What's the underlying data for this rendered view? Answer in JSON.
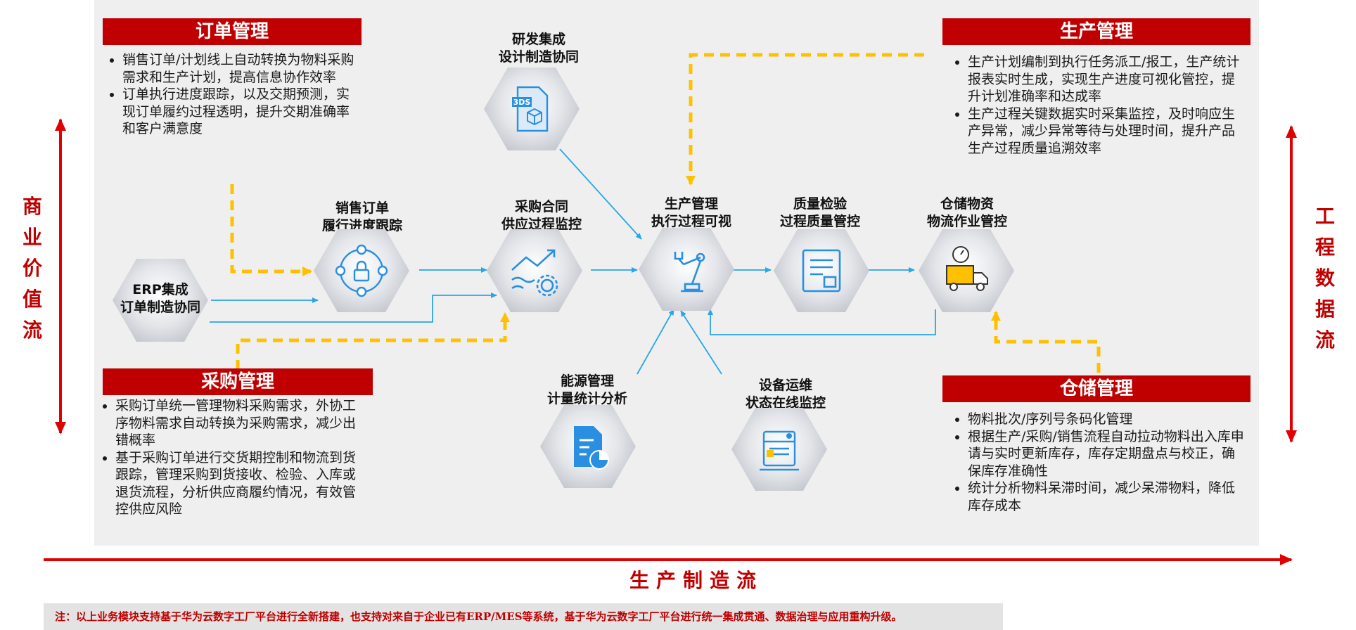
{
  "side": {
    "left_label": "商业价值流",
    "right_label": "工程数据流",
    "bottom_label": "生产制造流"
  },
  "order_mgmt": {
    "title": "订单管理",
    "items": [
      "销售订单/计划线上自动转换为物料采购需求和生产计划，提高信息协作效率",
      "订单执行进度跟踪，以及交期预测，实现订单履约过程透明，提升交期准确率和客户满意度"
    ]
  },
  "procurement_mgmt": {
    "title": "采购管理",
    "items": [
      "采购订单统一管理物料采购需求，外协工序物料需求自动转换为采购需求，减少出错概率",
      "基于采购订单进行交货期控制和物流到货跟踪，管理采购到货接收、检验、入库或退货流程，分析供应商履约情况，有效管控供应风险"
    ]
  },
  "production_mgmt": {
    "title": "生产管理",
    "items": [
      "生产计划编制到执行任务派工/报工，生产统计报表实时生成，实现生产进度可视化管控，提升计划准确率和达成率",
      "生产过程关键数据实时采集监控，及时响应生产异常，减少异常等待与处理时间，提升产品生产过程质量追溯效率"
    ]
  },
  "warehouse_mgmt": {
    "title": "仓储管理",
    "items": [
      "物料批次/序列号条码化管理",
      "根据生产/采购/销售流程自动拉动物料出入库申请与实时更新库存，库存定期盘点与校正，确保库存准确性",
      "统计分析物料呆滞时间，减少呆滞物料，降低库存成本"
    ]
  },
  "nodes": {
    "erp": {
      "line1": "ERP集成",
      "line2": "订单制造协同",
      "icon": "none"
    },
    "sales": {
      "line1": "销售订单",
      "line2": "履行进度跟踪",
      "icon": "network-lock-icon"
    },
    "purchase": {
      "line1": "采购合同",
      "line2": "供应过程监控",
      "icon": "trend-gear-icon"
    },
    "rd": {
      "line1": "研发集成",
      "line2": "设计制造协同",
      "icon": "3ds-file-icon",
      "badge": "3DS"
    },
    "production": {
      "line1": "生产管理",
      "line2": "执行过程可视",
      "icon": "robot-arm-icon"
    },
    "quality": {
      "line1": "质量检验",
      "line2": "过程质量管控",
      "icon": "report-calendar-icon"
    },
    "warehouse": {
      "line1": "仓储物资",
      "line2": "物流作业管控",
      "icon": "forklift-truck-icon"
    },
    "energy": {
      "line1": "能源管理",
      "line2": "计量统计分析",
      "icon": "document-chart-icon"
    },
    "equipment": {
      "line1": "设备运维",
      "line2": "状态在线监控",
      "icon": "server-monitor-icon"
    }
  },
  "note": "注：以上业务模块支持基于华为云数字工厂平台进行全新搭建，也支持对来自于企业已有ERP/MES等系统，基于华为云数字工厂平台进行统一集成贯通、数据治理与应用重构升级。",
  "colors": {
    "brand_red": "#c00000",
    "flow_blue": "#29a6e6",
    "dash_yellow": "#ffc000",
    "icon_blue": "#2a8fe0"
  }
}
